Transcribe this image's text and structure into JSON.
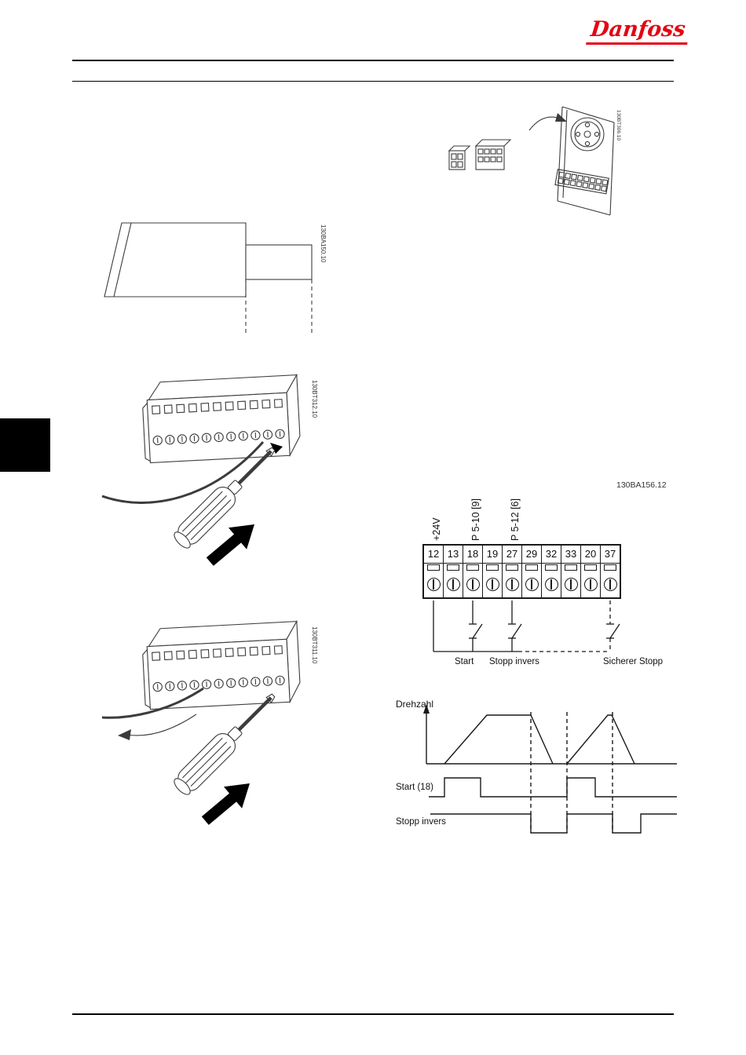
{
  "document": {
    "brand": "Danfoss"
  },
  "figures": {
    "control_board": {
      "part_no": "130BT306.10"
    },
    "cable": {
      "part_no": "130BA150.10"
    },
    "insert_wire": {
      "part_no": "130BT312.10"
    },
    "remove_wire": {
      "part_no": "130BT311.10"
    },
    "wiring": {
      "part_no": "130BA156.12",
      "rotated_labels": [
        "+24V",
        "P 5-10 [9]",
        "P 5-12 [6]"
      ],
      "terminals": [
        "12",
        "13",
        "18",
        "19",
        "27",
        "29",
        "32",
        "33",
        "20",
        "37"
      ],
      "switch_labels": [
        "Start",
        "Stopp invers",
        "Sicherer Stopp"
      ]
    },
    "timing": {
      "axis_label": "Drehzahl",
      "trace1_label": "Start (18)",
      "trace2_label": "Stopp invers"
    }
  }
}
